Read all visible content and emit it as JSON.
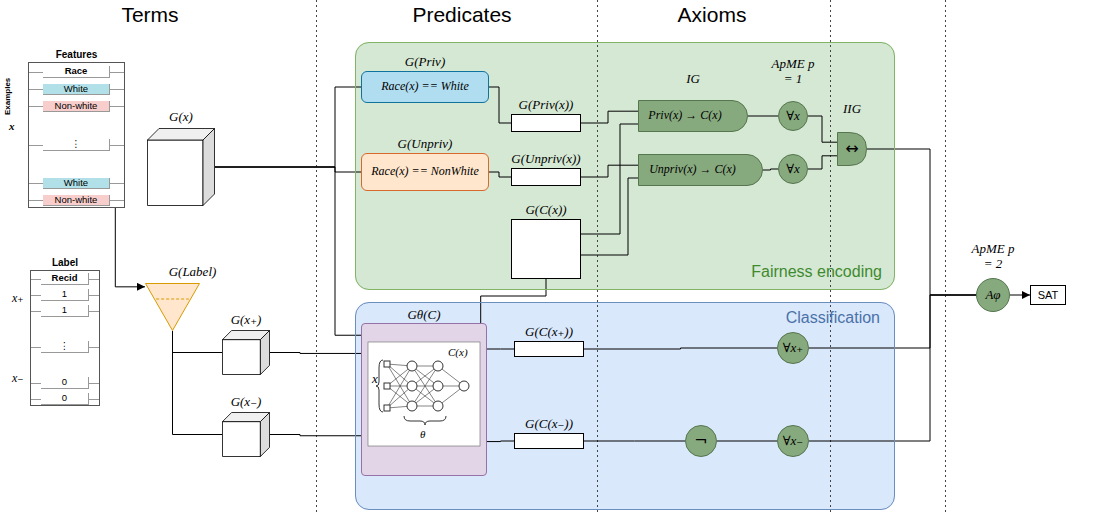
{
  "diagram": {
    "nodes": [
      {
        "text": [
          "Features",
          "Race",
          "White",
          "Non-white",
          "⋮",
          "White",
          "Non-white"
        ]
      },
      {
        "text": [
          "G(x)"
        ]
      },
      {
        "text": [
          "Label",
          "Recid",
          "1",
          "1",
          "⋮",
          "0",
          "0"
        ]
      },
      {
        "text": [
          "G(Label)"
        ]
      },
      {
        "text": [
          "G(x₊)"
        ]
      },
      {
        "text": [
          "G(x₋)"
        ]
      },
      {
        "text": [
          "Fairness encoding"
        ]
      },
      {
        "text": [
          "Classification"
        ]
      },
      {
        "text": [
          "G(Priv)",
          "Race(x) == White"
        ],
        "in": 6
      },
      {
        "text": [
          "G(Unpriv)",
          "Race(x) == NonWhite"
        ],
        "in": 6
      },
      {
        "text": [
          "G(Priv(x))"
        ],
        "in": 6
      },
      {
        "text": [
          "G(Unpriv(x))"
        ],
        "in": 6
      },
      {
        "text": [
          "G(C(x))"
        ],
        "in": 6
      },
      {
        "text": [
          "IG",
          "Priv(x) → C(x)"
        ],
        "in": 6
      },
      {
        "text": [
          "Unpriv(x) → C(x)"
        ],
        "in": 6
      },
      {
        "text": [
          "ApME p = 1",
          "∀x"
        ],
        "in": 6
      },
      {
        "text": [
          "∀x"
        ],
        "in": 6
      },
      {
        "text": [
          "IIG",
          "↔"
        ],
        "in": 6
      },
      {
        "text": [
          "Gθ(C)",
          "x",
          "C(x)",
          "θ"
        ],
        "in": 7
      },
      {
        "text": [
          "G(C(x₊))"
        ],
        "in": 7
      },
      {
        "text": [
          "G(C(x₋))"
        ],
        "in": 7
      },
      {
        "text": [
          "¬"
        ],
        "in": 7
      },
      {
        "text": [
          "∀x₊"
        ],
        "in": 7
      },
      {
        "text": [
          "∀x₋"
        ],
        "in": 7
      },
      {
        "text": [
          "ApME p = 2",
          "Aφ"
        ]
      },
      {
        "text": [
          "SAT"
        ]
      }
    ],
    "edges": [
      {
        "from": 0,
        "to": 3,
        "arrow": "to"
      },
      {
        "from": 1,
        "to": 8,
        "arrow": "none"
      },
      {
        "from": 1,
        "to": 9,
        "arrow": "none"
      },
      {
        "from": 1,
        "to": 18,
        "arrow": "none"
      },
      {
        "from": 3,
        "to": 4,
        "arrow": "none"
      },
      {
        "from": 3,
        "to": 5,
        "arrow": "none"
      },
      {
        "from": 4,
        "to": 18,
        "arrow": "none"
      },
      {
        "from": 5,
        "to": 18,
        "arrow": "none"
      },
      {
        "from": 8,
        "to": 10,
        "arrow": "none"
      },
      {
        "from": 9,
        "to": 11,
        "arrow": "none"
      },
      {
        "from": 18,
        "to": 12,
        "arrow": "none"
      },
      {
        "from": 18,
        "to": 19,
        "arrow": "none"
      },
      {
        "from": 18,
        "to": 20,
        "arrow": "none"
      },
      {
        "from": 10,
        "to": 13,
        "arrow": "none"
      },
      {
        "from": 12,
        "to": 13,
        "arrow": "none"
      },
      {
        "from": 11,
        "to": 14,
        "arrow": "none"
      },
      {
        "from": 12,
        "to": 14,
        "arrow": "none"
      },
      {
        "from": 13,
        "to": 15,
        "arrow": "none"
      },
      {
        "from": 14,
        "to": 16,
        "arrow": "none"
      },
      {
        "from": 15,
        "to": 17,
        "arrow": "none"
      },
      {
        "from": 16,
        "to": 17,
        "arrow": "none"
      },
      {
        "from": 19,
        "to": 22,
        "arrow": "none"
      },
      {
        "from": 20,
        "to": 21,
        "arrow": "none"
      },
      {
        "from": 21,
        "to": 23,
        "arrow": "none"
      },
      {
        "from": 17,
        "to": 24,
        "arrow": "none"
      },
      {
        "from": 22,
        "to": 24,
        "arrow": "none"
      },
      {
        "from": 23,
        "to": 24,
        "arrow": "none"
      },
      {
        "from": 24,
        "to": 25,
        "arrow": "to"
      }
    ],
    "labels": [
      "Terms",
      "Predicates",
      "Axioms",
      "Examples",
      "x",
      "x₊",
      "x₋"
    ]
  }
}
